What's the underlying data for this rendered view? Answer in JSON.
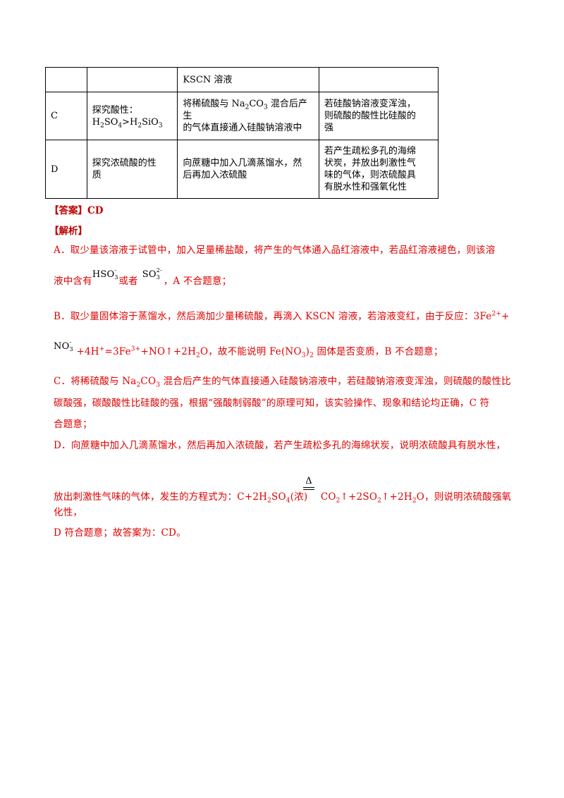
{
  "table": {
    "rows": [
      {
        "c0": "",
        "c1": "",
        "c2": "KSCN 溶液",
        "c3": ""
      },
      {
        "c0": "C",
        "c1a": "探究酸性：",
        "c1b": "H2SO4>H2SiO3",
        "c2a": "将稀硫酸与 Na2CO3 混合后产生",
        "c2b": "的气体直接通入硅酸钠溶液中",
        "c3a": "若硅酸钠溶液变浑浊，",
        "c3b": "则硫酸的酸性比硅酸的",
        "c3c": "强"
      },
      {
        "c0": "D",
        "c1a": "探究浓硫酸的性",
        "c1b": "质",
        "c2a": "向蔗糖中加入几滴蒸馏水，然",
        "c2b": "后再加入浓硫酸",
        "c3a": "若产生疏松多孔的海绵",
        "c3b": "状炭，并放出刺激性气",
        "c3c": "味的气体，则浓硫酸具",
        "c3d": "有脱水性和强氧化性"
      }
    ]
  },
  "answer": {
    "label": "【答案】",
    "value": "CD"
  },
  "analysis": {
    "label": "【解析】"
  },
  "paras": {
    "a1": "A．取少量该溶液于试管中，加入足量稀盐酸，将产生的气体通入品红溶液中，若品红溶液褪色，则该溶",
    "a2_pre": "液中含有",
    "a2_mid": "或者",
    "a2_post": "，A 不合题意；",
    "b1": "B．取少量固体溶于蒸馏水，然后滴加少量稀硫酸，再滴入 KSCN 溶液，若溶液变红，由于反应：3Fe",
    "b1_sup": "2+",
    "b1_end": "+",
    "b2": "+4H",
    "b2_sup1": "+",
    "b2_mid": "=3Fe",
    "b2_sup2": "3+",
    "b2_end": "+NO↑+2H",
    "b2_sub": "2",
    "b2_tail": "O，故不能说明 Fe(NO",
    "b2_sub2": "3",
    "b2_tail2": ")",
    "b2_sub3": "2",
    "b2_tail3": " 固体是否变质，B 不合题意；",
    "c1": "C．将稀硫酸与 Na",
    "c1_sub": "2",
    "c1_mid": "CO",
    "c1_sub2": "3",
    "c1_end": " 混合后产生的气体直接通入硅酸钠溶液中，若硅酸钠溶液变浑浊，则硫酸的酸性比",
    "c2": "碳酸强，碳酸酸性比硅酸的强，根据“强酸制弱酸”的原理可知，该实验操作、现象和结论均正确，C 符",
    "c3": "合题意；",
    "d1": "D．向蔗糖中加入几滴蒸馏水，然后再加入浓硫酸，若产生疏松多孔的海绵状炭，说明浓硫酸具有脱水性，",
    "d2": "放出刺激性气味的气体，发生的方程式为：C+2H",
    "d2_sub": "2",
    "d2_mid": "SO",
    "d2_sub2": "4",
    "d2_mid2": "(浓)",
    "d2_gap": "  CO",
    "d2_sub3": "2",
    "d2_end": "↑+2SO",
    "d2_sub4": "2",
    "d2_end2": "↑+2H",
    "d2_sub5": "2",
    "d2_end3": "O，则说明浓硫酸强氧化性，",
    "d3": "D 符合题意；故答案为：CD。"
  },
  "ions": {
    "hso3": {
      "base": "HSO",
      "idx": "3",
      "chg": "-"
    },
    "so3": {
      "base": "SO",
      "idx": "3",
      "chg": "2-"
    },
    "no3": {
      "base": "NO",
      "idx": "3",
      "chg": "-"
    }
  },
  "delta": "Δ",
  "colors": {
    "red": "#e00000",
    "label_red": "#c00000"
  }
}
